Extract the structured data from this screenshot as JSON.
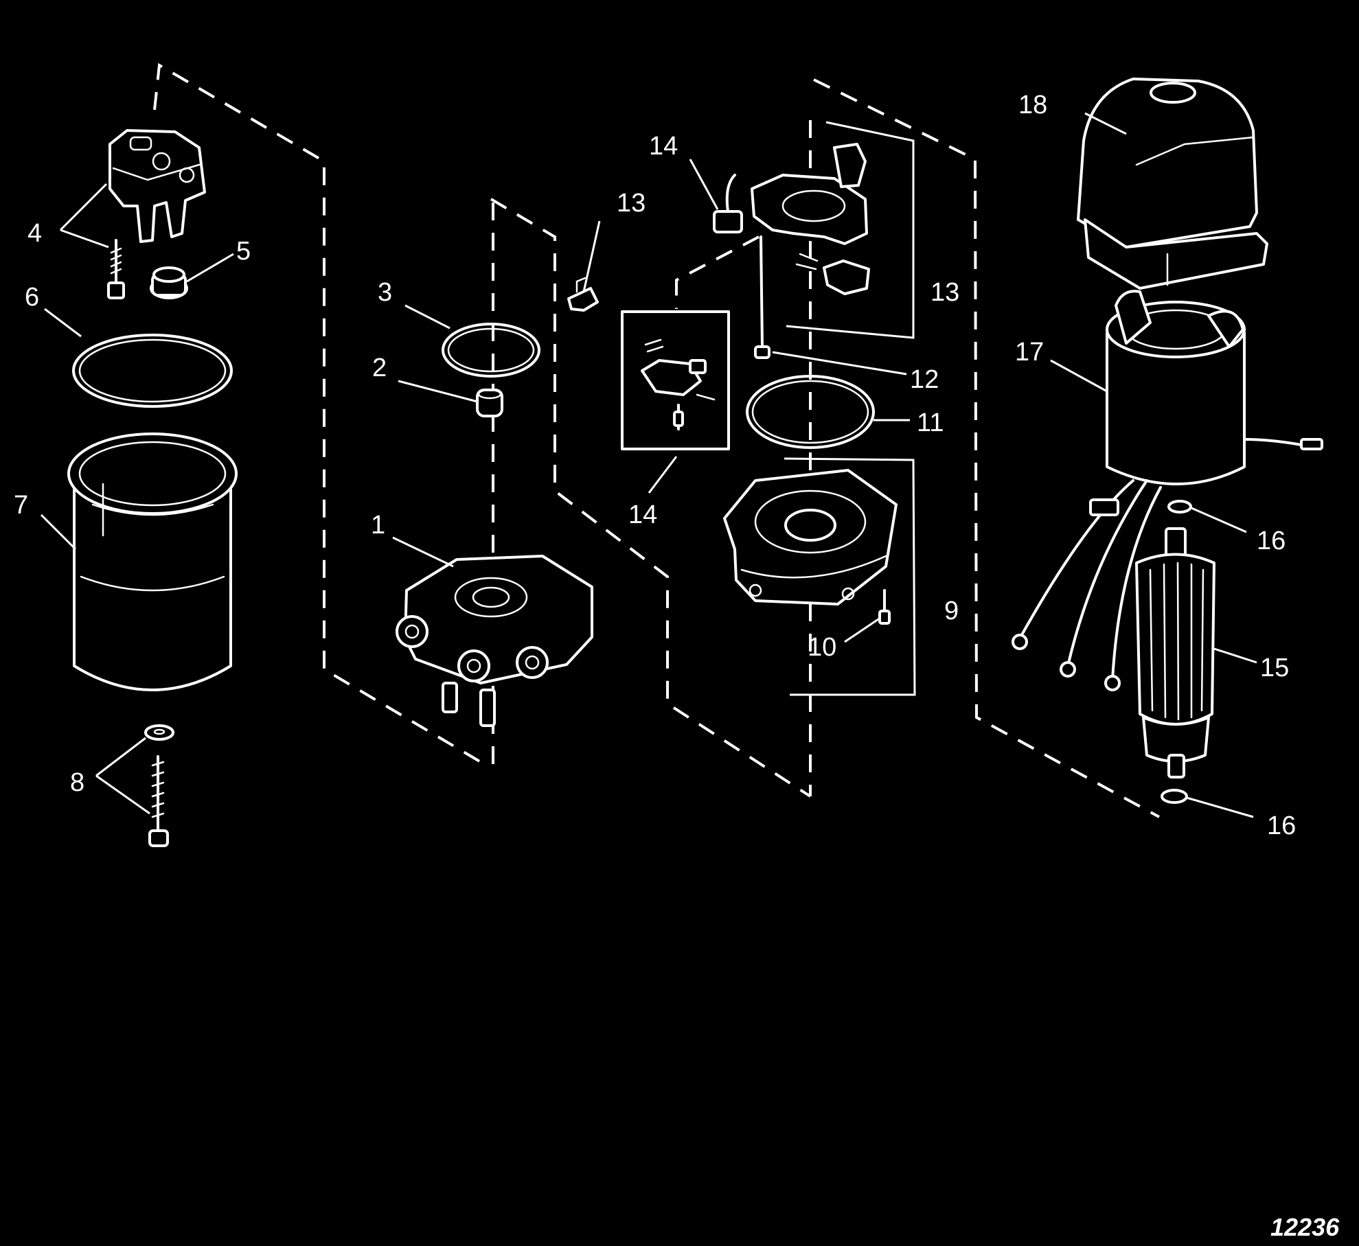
{
  "figure_number": "12236",
  "callouts": {
    "c1": "1",
    "c2": "2",
    "c3": "3",
    "c4": "4",
    "c5": "5",
    "c6": "6",
    "c7": "7",
    "c8": "8",
    "c9": "9",
    "c10": "10",
    "c11": "11",
    "c12": "12",
    "c13a": "13",
    "c13b": "13",
    "c14a": "14",
    "c14b": "14",
    "c15": "15",
    "c16a": "16",
    "c16b": "16",
    "c17": "17",
    "c18": "18"
  },
  "colors": {
    "background": "#000000",
    "linework": "#ffffff"
  }
}
